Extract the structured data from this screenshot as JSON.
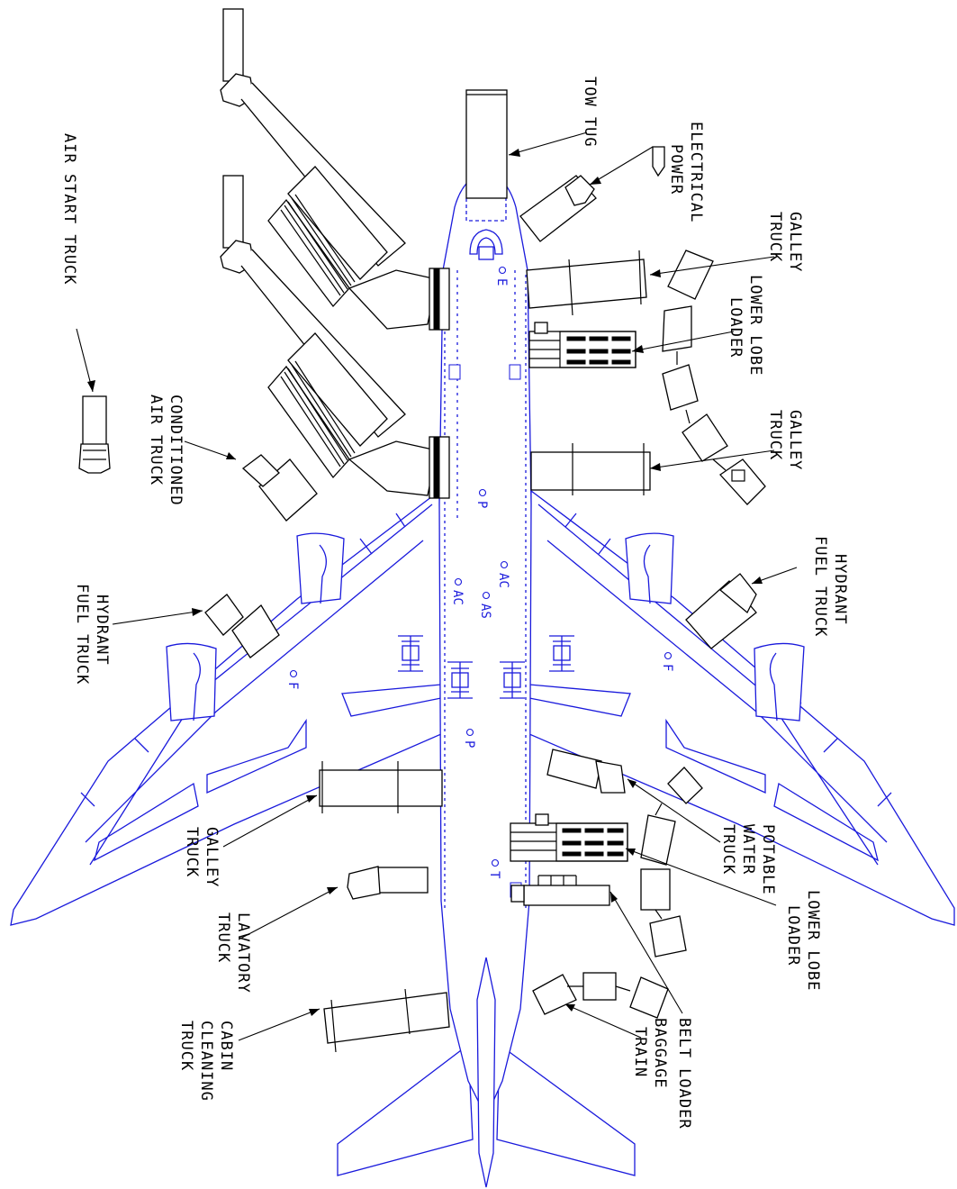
{
  "labels": {
    "tow_tug": [
      "TOW TUG"
    ],
    "electrical_power": [
      "ELECTRICAL",
      "POWER"
    ],
    "galley_truck_fwd": [
      "GALLEY",
      "TRUCK"
    ],
    "lower_lobe_loader_fwd": [
      "LOWER LOBE",
      "LOADER"
    ],
    "galley_truck_mid": [
      "GALLEY",
      "TRUCK"
    ],
    "hydrant_fuel_truck_right": [
      "HYDRANT",
      "FUEL TRUCK"
    ],
    "air_start_truck": [
      "AIR START TRUCK"
    ],
    "conditioned_air_truck": [
      "CONDITIONED",
      "AIR TRUCK"
    ],
    "hydrant_fuel_truck_left": [
      "HYDRANT",
      "FUEL TRUCK"
    ],
    "galley_truck_aft": [
      "GALLEY",
      "TRUCK"
    ],
    "lavatory_truck": [
      "LAVATORY",
      "TRUCK"
    ],
    "cabin_cleaning_truck": [
      "CABIN",
      "CLEANING",
      "TRUCK"
    ],
    "potable_water_truck": [
      "POTABLE",
      "WATER",
      "TRUCK"
    ],
    "lower_lobe_loader_aft": [
      "LOWER LOBE",
      "LOADER"
    ],
    "belt_loader": [
      "BELT LOADER"
    ],
    "baggage_train": [
      "BAGGAGE",
      "TRAIN"
    ]
  },
  "service_points": {
    "e": "E",
    "p_fwd": "P",
    "ac_right": "AC",
    "ac_left": "AC",
    "as": "AS",
    "f_left": "F",
    "f_right": "F",
    "p_aft": "P",
    "t": "T"
  },
  "colors": {
    "aircraft_outline": "#1a1adc",
    "equipment_outline": "#000000"
  }
}
